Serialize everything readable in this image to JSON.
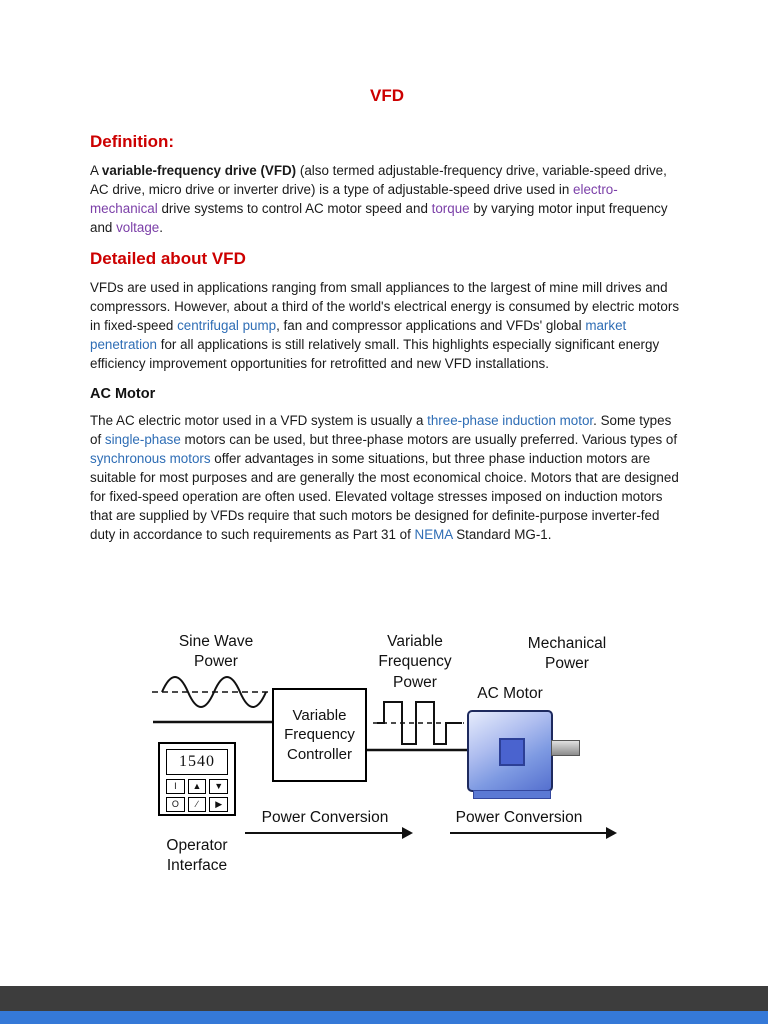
{
  "colors": {
    "heading_red": "#cc0000",
    "link_purple": "#7b3fa8",
    "link_blue": "#2e6db5",
    "motor_blue": "#7e9ae2",
    "page_gap_dark": "#3d3d3d",
    "next_page_blue": "#3579d8"
  },
  "doc": {
    "title": "VFD",
    "sections": [
      {
        "heading": "Definition:",
        "paragraph": [
          {
            "text": "A ",
            "style": "normal"
          },
          {
            "text": "variable-frequency drive (VFD)",
            "style": "bold"
          },
          {
            "text": " (also termed adjustable-frequency drive, variable-speed drive, AC drive, micro drive or inverter drive) is a type of adjustable-speed drive used in ",
            "style": "normal"
          },
          {
            "text": "electro-mechanical",
            "style": "link-purple"
          },
          {
            "text": " drive systems to control AC motor speed and ",
            "style": "normal"
          },
          {
            "text": "torque",
            "style": "link-purple"
          },
          {
            "text": " by varying motor input frequency and ",
            "style": "normal"
          },
          {
            "text": "voltage",
            "style": "link-purple"
          },
          {
            "text": ".",
            "style": "normal"
          }
        ]
      },
      {
        "heading": "Detailed about VFD",
        "paragraph": [
          {
            "text": "VFDs are used in applications ranging from small appliances to the largest of mine mill drives and compressors. However, about a third of the world's electrical energy is consumed by electric motors in fixed-speed ",
            "style": "normal"
          },
          {
            "text": "centrifugal pump",
            "style": "link-blue"
          },
          {
            "text": ", fan and compressor applications and VFDs' global ",
            "style": "normal"
          },
          {
            "text": "market penetration",
            "style": "link-blue"
          },
          {
            "text": " for all applications is still relatively small. This highlights especially significant energy efficiency improvement opportunities for retrofitted and new VFD installations.",
            "style": "normal"
          }
        ]
      },
      {
        "heading": "AC Motor",
        "paragraph": [
          {
            "text": "The AC electric motor used in a VFD system is usually a ",
            "style": "normal"
          },
          {
            "text": "three-phase induction motor",
            "style": "link-blue"
          },
          {
            "text": ". Some types of ",
            "style": "normal"
          },
          {
            "text": "single-phase",
            "style": "link-blue"
          },
          {
            "text": " motors can be used, but three-phase motors are usually preferred. Various types of ",
            "style": "normal"
          },
          {
            "text": "synchronous motors",
            "style": "link-blue"
          },
          {
            "text": " offer advantages in some situations, but three phase induction motors are suitable for most purposes and are generally the most economical choice. Motors that are designed for fixed-speed operation are often used. Elevated voltage stresses imposed on induction motors that are supplied by VFDs require that such motors be designed for definite-purpose inverter-fed duty in accordance to such requirements as Part 31 of ",
            "style": "normal"
          },
          {
            "text": "NEMA",
            "style": "link-blue"
          },
          {
            "text": " Standard MG-1.",
            "style": "normal"
          }
        ]
      }
    ]
  },
  "diagram": {
    "labels": {
      "sine_wave_power": "Sine Wave\nPower",
      "controller": "Variable\nFrequency\nController",
      "vf_power": "Variable\nFrequency\nPower",
      "ac_motor": "AC Motor",
      "mechanical_power": "Mechanical\nPower",
      "operator_interface": "Operator\nInterface",
      "power_conversion_left": "Power Conversion",
      "power_conversion_right": "Power Conversion"
    },
    "operator": {
      "display_value": "1540",
      "buttons": [
        "I",
        "▲",
        "▼",
        "O",
        "∕",
        "▶"
      ]
    }
  }
}
